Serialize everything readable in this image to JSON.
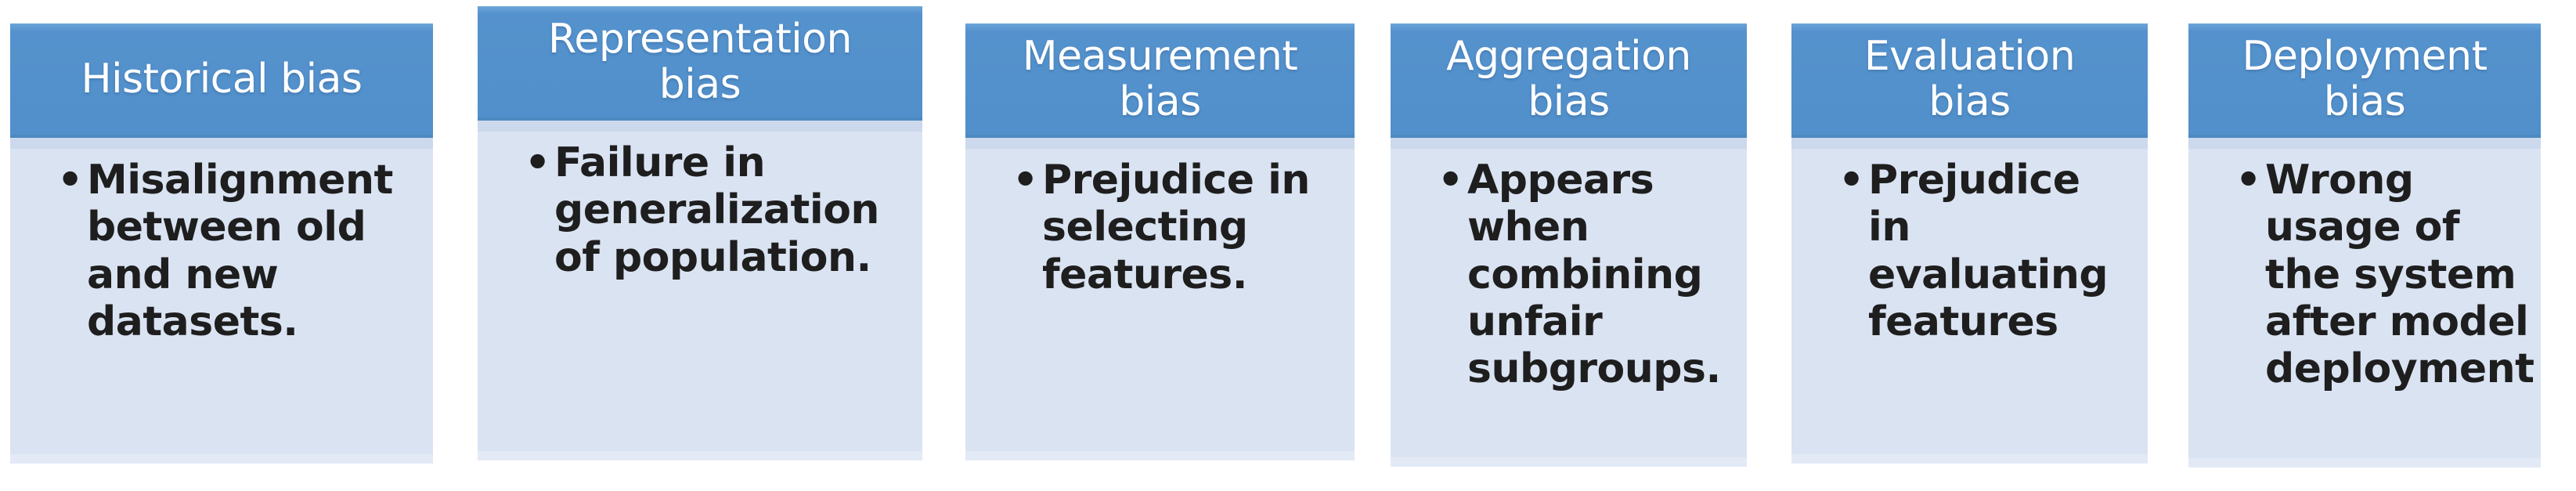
{
  "diagram": {
    "bullet_glyph": "•",
    "colors": {
      "header_bg": "#5592cd",
      "header_text": "#ffffff",
      "body_bg": "#d9e2f2",
      "body_text": "#1e1e1e"
    },
    "columns": [
      {
        "title": "Historical bias",
        "bullet": "Misalignment\nbetween old\nand new\ndatasets."
      },
      {
        "title": "Representation\nbias",
        "bullet": "Failure in\ngeneralization\nof population."
      },
      {
        "title": "Measurement\nbias",
        "bullet": "Prejudice in\nselecting\nfeatures."
      },
      {
        "title": "Aggregation\nbias",
        "bullet": "Appears\nwhen\ncombining\nunfair\nsubgroups."
      },
      {
        "title": "Evaluation\nbias",
        "bullet": "Prejudice in\nevaluating\nfeatures"
      },
      {
        "title": "Deployment\nbias",
        "bullet": "Wrong\nusage of\nthe system\nafter model\ndeployment"
      }
    ]
  }
}
